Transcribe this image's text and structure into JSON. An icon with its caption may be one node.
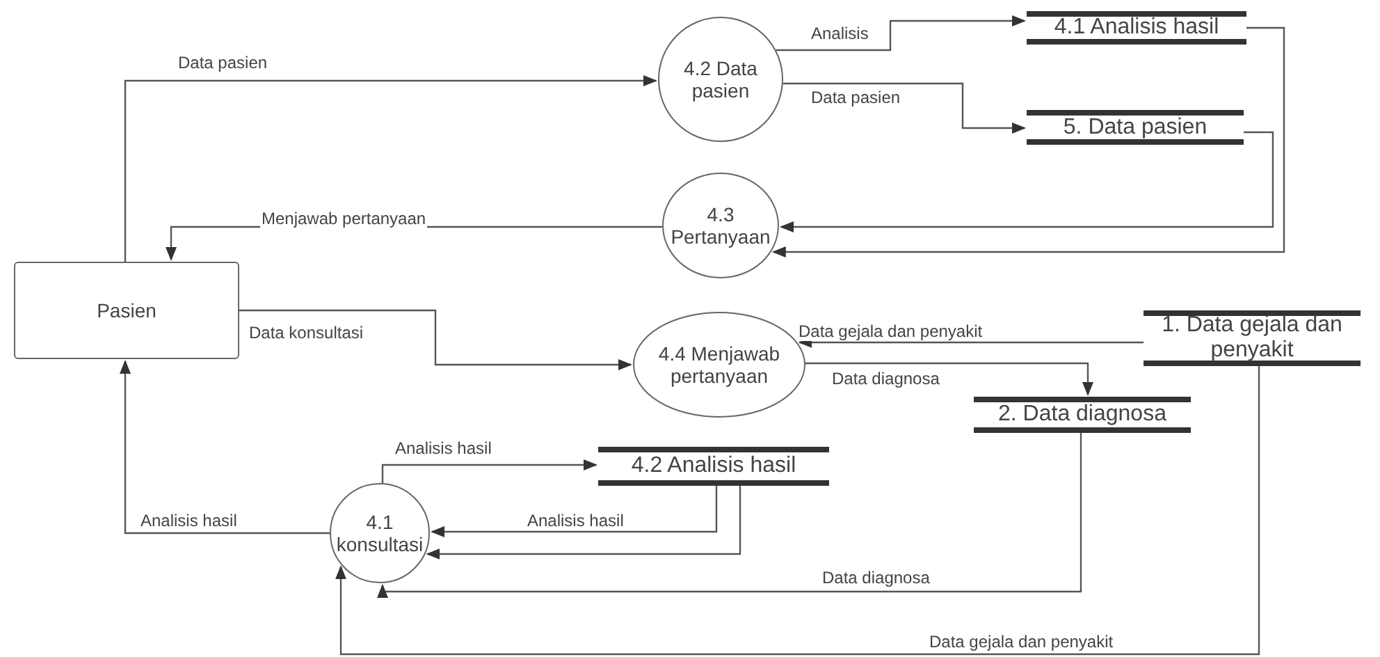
{
  "diagram": {
    "nodes": [
      {
        "text": [
          "Pasien"
        ]
      },
      {
        "text": [
          "4.2 Data pasien"
        ]
      },
      {
        "text": [
          "4.1 Analisis hasil"
        ]
      },
      {
        "text": [
          "5. Data pasien"
        ]
      },
      {
        "text": [
          "4.3 Pertanyaan"
        ]
      },
      {
        "text": [
          "4.4 Menjawab pertanyaan"
        ]
      },
      {
        "text": [
          "1. Data gejala dan penyakit"
        ]
      },
      {
        "text": [
          "2. Data diagnosa"
        ]
      },
      {
        "text": [
          "4.2 Analisis hasil"
        ]
      },
      {
        "text": [
          "4.1 konsultasi"
        ]
      }
    ],
    "edges": [
      {
        "from": 0,
        "to": 1,
        "arrow": "to",
        "label": "Data pasien"
      },
      {
        "from": 1,
        "to": 2,
        "arrow": "to",
        "label": "Analisis"
      },
      {
        "from": 1,
        "to": 3,
        "arrow": "to",
        "label": "Data pasien"
      },
      {
        "from": 4,
        "to": 0,
        "arrow": "to",
        "label": "Menjawab pertanyaan"
      },
      {
        "from": 3,
        "to": 4,
        "arrow": "to"
      },
      {
        "from": 2,
        "to": 4,
        "arrow": "to"
      },
      {
        "from": 0,
        "to": 5,
        "arrow": "to",
        "label": "Data konsultasi"
      },
      {
        "from": 6,
        "to": 5,
        "arrow": "to",
        "label": "Data gejala dan penyakit"
      },
      {
        "from": 5,
        "to": 7,
        "arrow": "to",
        "label": "Data diagnosa"
      },
      {
        "from": 9,
        "to": 0,
        "arrow": "to",
        "label": "Analisis hasil"
      },
      {
        "from": 9,
        "to": 8,
        "arrow": "to",
        "label": "Analisis hasil"
      },
      {
        "from": 8,
        "to": 9,
        "arrow": "to",
        "label": "Analisis hasil"
      },
      {
        "from": 8,
        "to": 9,
        "arrow": "to"
      },
      {
        "from": 7,
        "to": 9,
        "arrow": "to",
        "label": "Data diagnosa"
      },
      {
        "from": 6,
        "to": 9,
        "arrow": "to",
        "label": "Data gejala dan penyakit"
      }
    ]
  }
}
